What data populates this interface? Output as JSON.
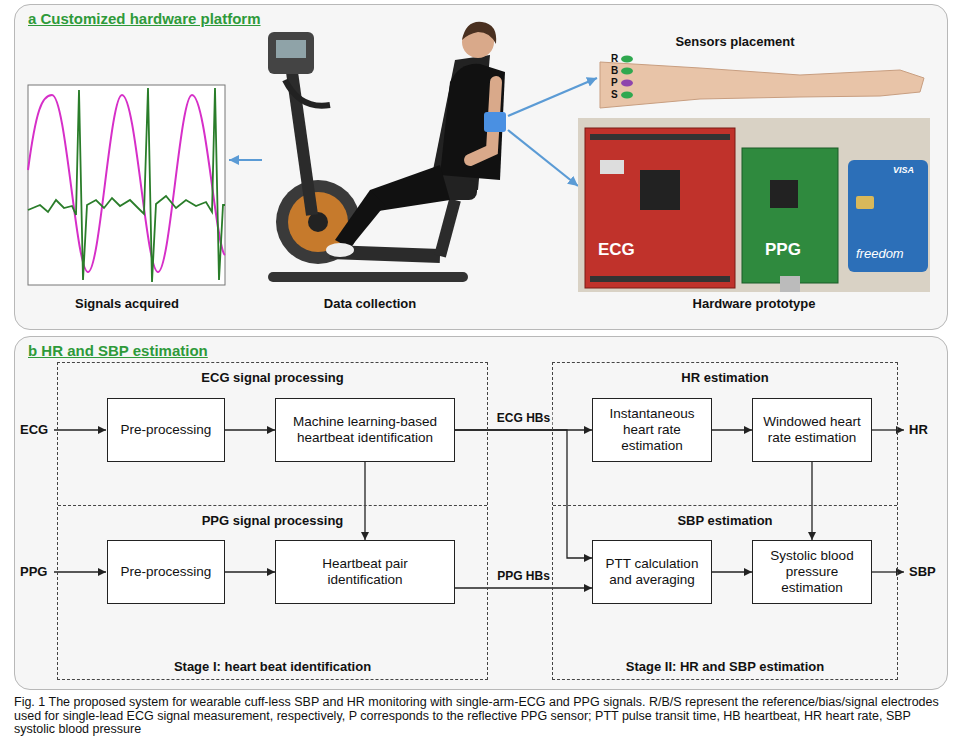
{
  "diagram": {
    "caption": "Fig. 1 The proposed system for wearable cuff-less SBP and HR monitoring with single-arm-ECG and PPG signals. R/B/S represent the reference/bias/signal electrodes used for single-lead ECG signal measurement, respectively, P corresponds to the reflective PPG sensor; PTT pulse transit time, HB heartbeat, HR heart rate, SBP systolic blood pressure",
    "nodes": [
      {
        "text": [
          "a Customized hardware platform"
        ]
      },
      {
        "text": [
          "b HR and SBP estimation"
        ]
      },
      {
        "text": [
          "Stage I: heart beat identification"
        ],
        "in": 1
      },
      {
        "text": [
          "ECG signal processing"
        ],
        "in": 2
      },
      {
        "text": [
          "Pre-processing"
        ],
        "in": 3
      },
      {
        "text": [
          "Machine learning-based heartbeat identification"
        ],
        "in": 3
      },
      {
        "text": [
          "PPG signal processing"
        ],
        "in": 2
      },
      {
        "text": [
          "Pre-processing"
        ],
        "in": 6
      },
      {
        "text": [
          "Heartbeat pair identification"
        ],
        "in": 6
      },
      {
        "text": [
          "Stage II: HR and SBP estimation"
        ],
        "in": 1
      },
      {
        "text": [
          "HR estimation"
        ],
        "in": 9
      },
      {
        "text": [
          "Instantaneous heart rate estimation"
        ],
        "in": 10
      },
      {
        "text": [
          "Windowed heart rate estimation"
        ],
        "in": 10
      },
      {
        "text": [
          "SBP estimation"
        ],
        "in": 9
      },
      {
        "text": [
          "PTT calculation and averaging"
        ],
        "in": 13
      },
      {
        "text": [
          "Systolic blood pressure estimation"
        ],
        "in": 13
      }
    ],
    "edges": [
      {
        "from": 4,
        "to": 5,
        "arrow": "to"
      },
      {
        "from": 5,
        "to": 8,
        "arrow": "to"
      },
      {
        "from": 7,
        "to": 8,
        "arrow": "to"
      },
      {
        "from": 5,
        "to": 11,
        "arrow": "to",
        "label": "ECG HBs"
      },
      {
        "from": 5,
        "to": 14,
        "arrow": "to"
      },
      {
        "from": 8,
        "to": 14,
        "arrow": "to",
        "label": "PPG HBs"
      },
      {
        "from": 11,
        "to": 12,
        "arrow": "to"
      },
      {
        "from": 12,
        "to": 15,
        "arrow": "to"
      },
      {
        "from": 14,
        "to": 15,
        "arrow": "to"
      }
    ],
    "labels": [
      "Signals acquired",
      "Data collection",
      "Sensors placement",
      "Hardware prototype",
      "R",
      "B",
      "P",
      "S",
      "ECG",
      "PPG",
      "freedom",
      "VISA",
      "ECG",
      "PPG",
      "HR",
      "SBP"
    ]
  }
}
